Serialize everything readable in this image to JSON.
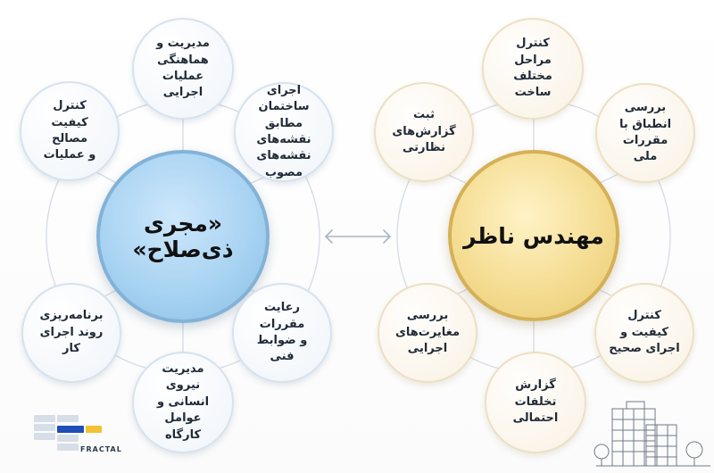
{
  "left_hub": {
    "text": "«مجری ذی‌صلاح»"
  },
  "right_hub": {
    "text": "مهندس ناظر"
  },
  "left_nodes": [
    {
      "text": "مدیریت و\nهماهنگی\nعملیات اجرایی"
    },
    {
      "text": "اجرای ساختمان\nمطابق نقشه‌های\nنقشه‌های مصوب"
    },
    {
      "text": "کنترل کیفیت\nمصالح\nو عملیات"
    },
    {
      "text": "رعایت مقررات\nو ضوابط فنی"
    },
    {
      "text": "برنامه‌ریزی\nروند اجرای کار"
    },
    {
      "text": "مدیریت\nنیروی انسانی و\nعوامل کارگاه"
    }
  ],
  "right_nodes": [
    {
      "text": "کنترل مراحل\nمختلف ساخت"
    },
    {
      "text": "ثبت\nگزارش‌های\nنظارتی"
    },
    {
      "text": "بررسی\nانطباق با\nمقررات ملی"
    },
    {
      "text": "کنترل کیفیت و\nاجرای صحیح"
    },
    {
      "text": "بررسی\nمغایرت‌های\nاجرایی"
    },
    {
      "text": "گزارش\nتخلفات\nاحتمالی"
    }
  ],
  "logo": {
    "text": "FRACTAL"
  },
  "colors": {
    "left_hub": "#a8d3f2",
    "left_hub_border": "#83b2d7",
    "right_hub": "#f4dc92",
    "right_hub_border": "#d5b056",
    "left_node_border": "#d7e2ee",
    "right_node_border": "#ece0c4",
    "guide_line": "#d8dde5",
    "arrow": "#a9b6c3",
    "logo_blue": "#1f4eb7",
    "logo_yellow": "#f1c232"
  }
}
